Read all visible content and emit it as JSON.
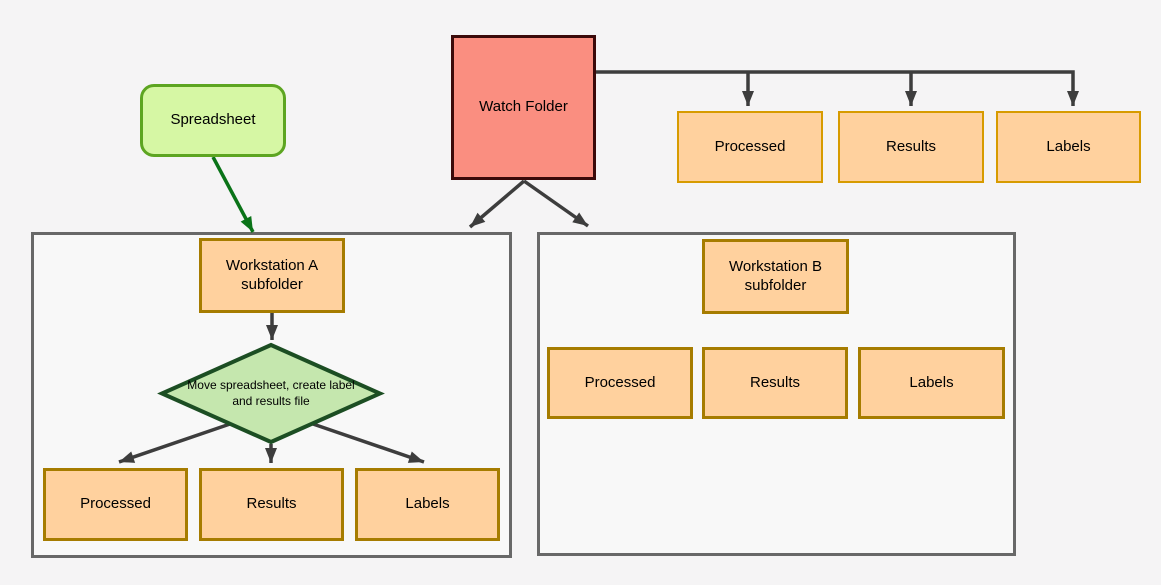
{
  "canvas": {
    "background": "#f5f4f5"
  },
  "palette": {
    "orange_fill": "#ffd19e",
    "orange_border_light": "#d79b00",
    "orange_border_dark": "#a67c00",
    "red_fill": "#fa8e80",
    "red_border": "#3b0a0a",
    "green_fill": "#d6f7a4",
    "green_border": "#5da521",
    "diamond_fill": "#c5e7ae",
    "diamond_border": "#1c4e23",
    "container_border": "#686868",
    "arrow_color": "#3d3d3d",
    "green_arrow_color": "#0a7318"
  },
  "nodes": {
    "spreadsheet": {
      "label": "Spreadsheet"
    },
    "watch_folder": {
      "label": "Watch Folder"
    },
    "top_row": {
      "processed": "Processed",
      "results": "Results",
      "labels": "Labels"
    },
    "workstation_a": {
      "title": "Workstation A subfolder",
      "decision": "Move spreadsheet, create label and results file",
      "processed": "Processed",
      "results": "Results",
      "labels": "Labels"
    },
    "workstation_b": {
      "title": "Workstation B subfolder",
      "processed": "Processed",
      "results": "Results",
      "labels": "Labels"
    }
  }
}
